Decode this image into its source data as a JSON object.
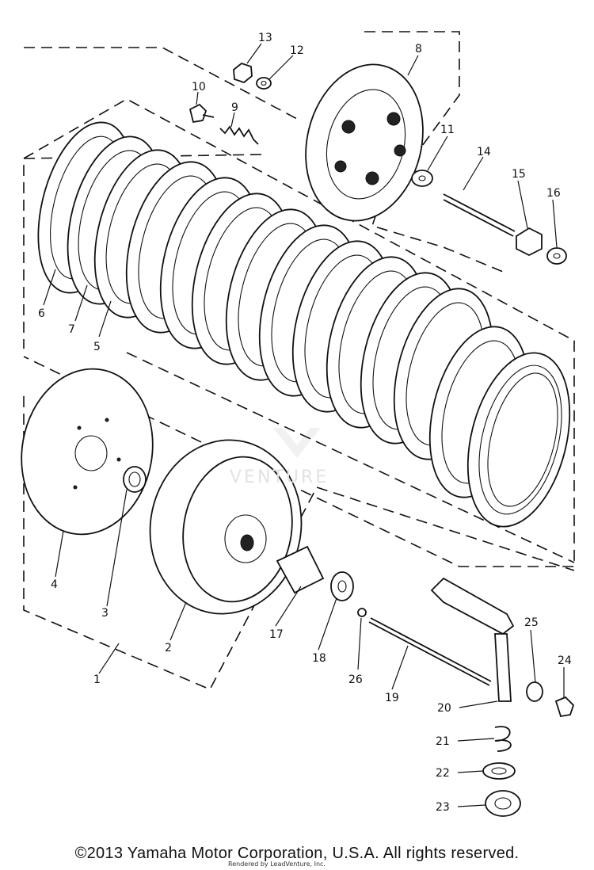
{
  "watermark": "VENTURE",
  "copyright": "©2013 Yamaha Motor Corporation, U.S.A. All rights reserved.",
  "render_credit": "Rendered by LeadVenture, Inc.",
  "callouts": [
    "13",
    "12",
    "8",
    "10",
    "9",
    "11",
    "14",
    "15",
    "16",
    "6",
    "7",
    "5",
    "4",
    "3",
    "2",
    "1",
    "17",
    "18",
    "26",
    "19",
    "25",
    "24",
    "20",
    "21",
    "22",
    "23"
  ]
}
